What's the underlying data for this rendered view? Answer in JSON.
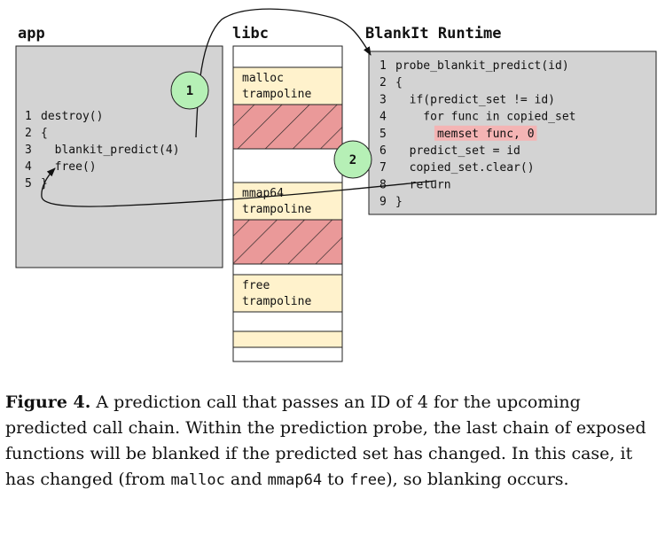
{
  "colors": {
    "panel_fill": "#d3d3d3",
    "trampoline_fill": "#fff2cc",
    "blanked_fill": "#ea9999",
    "highlight_fill": "#f4b4b4",
    "step_circle_fill": "#b6f0b6"
  },
  "app": {
    "title": "app",
    "code": [
      {
        "num": "1",
        "text": "destroy()"
      },
      {
        "num": "2",
        "text": "{"
      },
      {
        "num": "3",
        "text": "  blankit_predict(4)"
      },
      {
        "num": "4",
        "text": "  free()"
      },
      {
        "num": "5",
        "text": "}"
      }
    ]
  },
  "libc": {
    "title": "libc",
    "blocks": [
      {
        "kind": "empty"
      },
      {
        "kind": "trampoline",
        "line1": "malloc",
        "line2": "trampoline"
      },
      {
        "kind": "blanked"
      },
      {
        "kind": "empty"
      },
      {
        "kind": "trampoline",
        "line1": "mmap64",
        "line2": "trampoline"
      },
      {
        "kind": "blanked"
      },
      {
        "kind": "empty"
      },
      {
        "kind": "trampoline",
        "line1": "free",
        "line2": "trampoline"
      },
      {
        "kind": "empty"
      },
      {
        "kind": "trampoline-empty"
      },
      {
        "kind": "empty"
      }
    ]
  },
  "runtime": {
    "title": "BlankIt Runtime",
    "code": [
      {
        "num": "1",
        "text": "probe_blankit_predict(id)"
      },
      {
        "num": "2",
        "text": "{"
      },
      {
        "num": "3",
        "text": "  if(predict_set != id)"
      },
      {
        "num": "4",
        "text": "    for func in copied_set"
      },
      {
        "num": "5",
        "text": "      memset func, 0",
        "highlight": true
      },
      {
        "num": "6",
        "text": "  predict_set = id"
      },
      {
        "num": "7",
        "text": "  copied_set.clear()"
      },
      {
        "num": "8",
        "text": "  return"
      },
      {
        "num": "9",
        "text": "}"
      }
    ]
  },
  "steps": [
    {
      "label": "1"
    },
    {
      "label": "2"
    }
  ],
  "caption": {
    "label": "Figure 4.",
    "t1": " A prediction call that passes an ID of 4 for the upcoming predicted call chain. Within the prediction probe, the last chain of exposed functions will be blanked if the predicted set has changed. In this case, it has changed (from ",
    "c1": "malloc",
    "t2": " and ",
    "c2": "mmap64",
    "t3": " to ",
    "c3": "free",
    "t4": "), so blanking occurs."
  }
}
